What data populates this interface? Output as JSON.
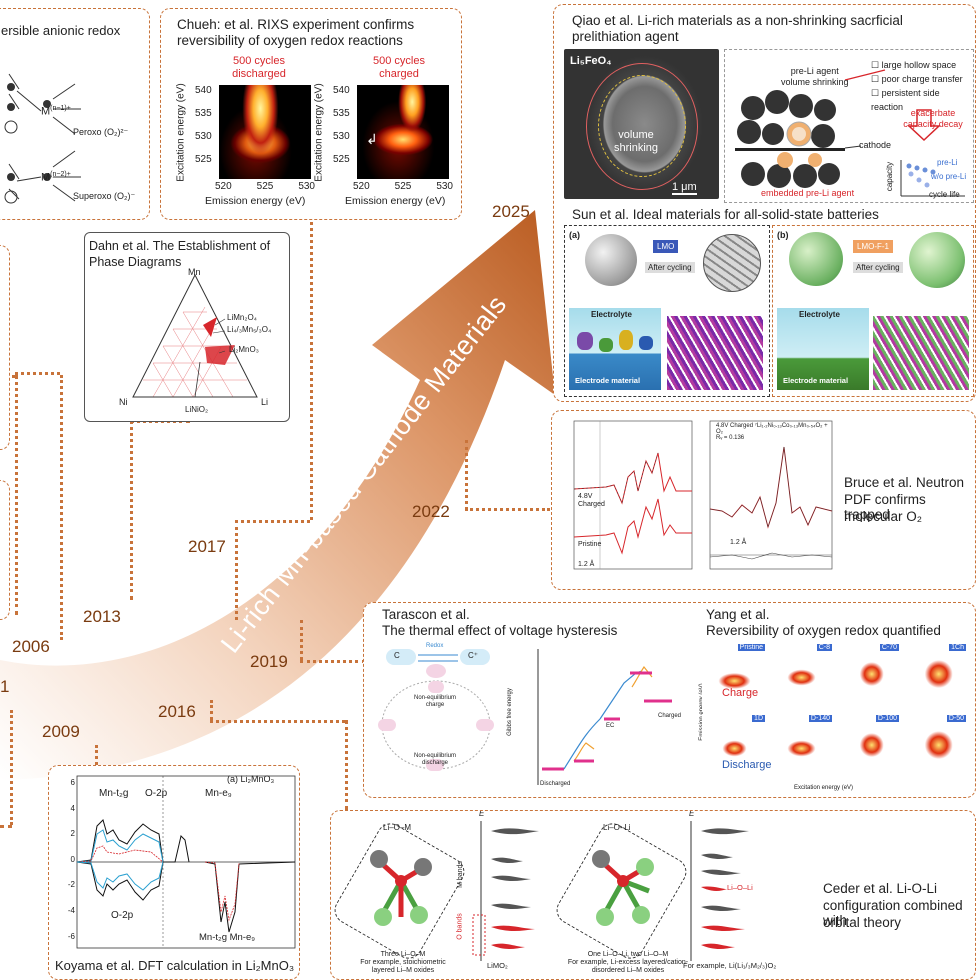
{
  "banner": {
    "text": "Li-rich Mn-based Cathode Materials"
  },
  "years": [
    "2006",
    "2009",
    "2013",
    "2016",
    "2017",
    "2019",
    "2022",
    "2025",
    "1"
  ],
  "top_left": {
    "title": "ersible anionic redox",
    "m1": "M",
    "m1_sup": "(n−1)+",
    "peroxo": "Peroxo (O₂)²⁻",
    "m2": "M",
    "m2_sup": "(n−2)+",
    "superoxo": "Superoxo (O₂)⁻"
  },
  "chueh": {
    "title_line1": "Chueh: et al. RIXS experiment confirms",
    "title_line2": "reversibility of oxygen redox reactions",
    "left_label": "500 cycles\ndischarged",
    "right_label": "500 cycles\ncharged",
    "ylabel": "Excitation energy (eV)",
    "xlabel": "Emission energy (eV)",
    "yticks": [
      "540",
      "535",
      "530",
      "525"
    ],
    "xticks": [
      "520",
      "525",
      "530"
    ]
  },
  "dahn": {
    "title_line1": "Dahn et al. The Establishment of",
    "title_line2": "Phase Diagrams",
    "mn": "Mn",
    "ni": "Ni",
    "li": "Li",
    "limn2o4": "LiMn₂O₄",
    "li43": "Li₄/₃Mn₅/₃O₄",
    "li2mno3": "Li₂MnO₃",
    "linio2": "LiNiO₂"
  },
  "qiao": {
    "title_line1": "Qiao et al. Li-rich materials as a non-shrinking sacrficial",
    "title_line2": "prelithiation agent",
    "sem_label": "Li₅FeO₄",
    "volume": "volume\nshrinking",
    "scale": "1 μm",
    "agent_label": "pre-Li agent\nvolume shrinking",
    "bullets": [
      "large hollow space",
      "poor charge transfer",
      "persistent side reaction"
    ],
    "exacerbate": "exacerbate\ncapacity decay",
    "cathode": "cathode",
    "embedded": "embedded pre-Li agent",
    "capacity": "capacity",
    "cycle_life": "cycle life",
    "preli": "pre-Li",
    "wo": "w/o pre-Li"
  },
  "sun": {
    "title": "Sun et al. Ideal materials for all-solid-state batteries",
    "a": "(a)",
    "b": "(b)",
    "lmo": "LMO",
    "lmof": "LMO-F-1",
    "after": "After cycling",
    "electrolyte": "Electrolyte",
    "electrode": "Electrode material"
  },
  "bruce": {
    "text_line1": "Bruce et al. Neutron",
    "text_line2": "PDF confirms trapped",
    "text_line3": "molecular O₂",
    "charged": "4.8V\nCharged",
    "pristine": "Pristine",
    "r_label": "1.2 Å",
    "plot2_title": "4.8V Charged ⁷Li₁.₂Ni₀.₁₃Co₀.₁₃Mn₀.₅₄O₂ + O₂",
    "rw": "Rᵥ = 0.136"
  },
  "tarascon": {
    "title_line1": "Tarascon et al.",
    "title_line2": "The thermal effect of voltage hysteresis",
    "c": "C",
    "cplus": "C⁺",
    "redox": "Redox",
    "non_eq": "Non-equilibrium\ncharge",
    "non_eq2": "Non-equilibrium\ndischarge",
    "gibbs": "Gibbs free energy",
    "charged": "Charged",
    "discharged": "Discharged",
    "ec": "EC"
  },
  "yang": {
    "title_line1": "Yang et al.",
    "title_line2": "Reversibility of oxygen redox quantified",
    "top_labels": [
      "Pristine",
      "C-8",
      "C-70",
      "1Ch"
    ],
    "bottom_labels": [
      "1D",
      "D-140",
      "D-100",
      "D-50"
    ],
    "charge": "Charge",
    "discharge": "Discharge",
    "ylabel": "Emission energy (eV)",
    "xlabel": "Excitation energy (eV)"
  },
  "koyama": {
    "caption": "Koyama et al. DFT calculation in Li₂MnO₃",
    "legend": "(a) Li₂MnO₃",
    "mn_t2g": "Mn-t₂g",
    "o2p": "O-2p",
    "mn_eg": "Mn-e₉",
    "o2p_bottom": "O-2p",
    "bottom_labels": "Mn-t₂g Mn-e₉",
    "yticks": [
      "6",
      "4",
      "2",
      "0",
      "-2",
      "-4",
      "-6"
    ]
  },
  "ceder": {
    "text_line1": "Ceder et al. Li-O-Li",
    "text_line2": "configuration combined with",
    "text_line3": "orbital theory",
    "lom": "Li–O–M",
    "loli": "Li–O–Li",
    "cap1": "Three Li–O–M\nFor example, stoichiometric\nlayered Li–M oxides",
    "cap2": "One Li–O–Li, two Li–O–M\nFor example, Li-excess layered/cation-\ndisordered Li–M oxides",
    "limo2": "LiMO₂",
    "example": "For example, Li(Li₁/₃M₂/₃)O₂",
    "m_bands": "M bands",
    "o_bands": "O bands",
    "e": "E",
    "loli_level": "Li–O–Li"
  },
  "colors": {
    "accent": "#c8733a",
    "banner_dark": "#b4581c",
    "red": "#d7262b"
  }
}
